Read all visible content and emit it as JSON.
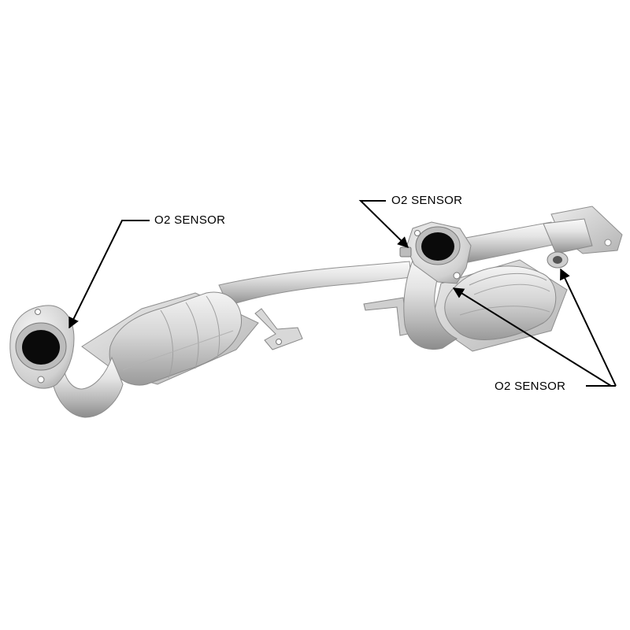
{
  "callouts": {
    "left": "O2 SENSOR",
    "top": "O2 SENSOR",
    "right": "O2 SENSOR"
  },
  "colors": {
    "background": "#ffffff",
    "metal_light": "#f2f2f2",
    "metal_mid": "#c8c8c8",
    "metal_dark": "#8a8a8a",
    "opening": "#0a0a0a",
    "arrow": "#000000"
  }
}
